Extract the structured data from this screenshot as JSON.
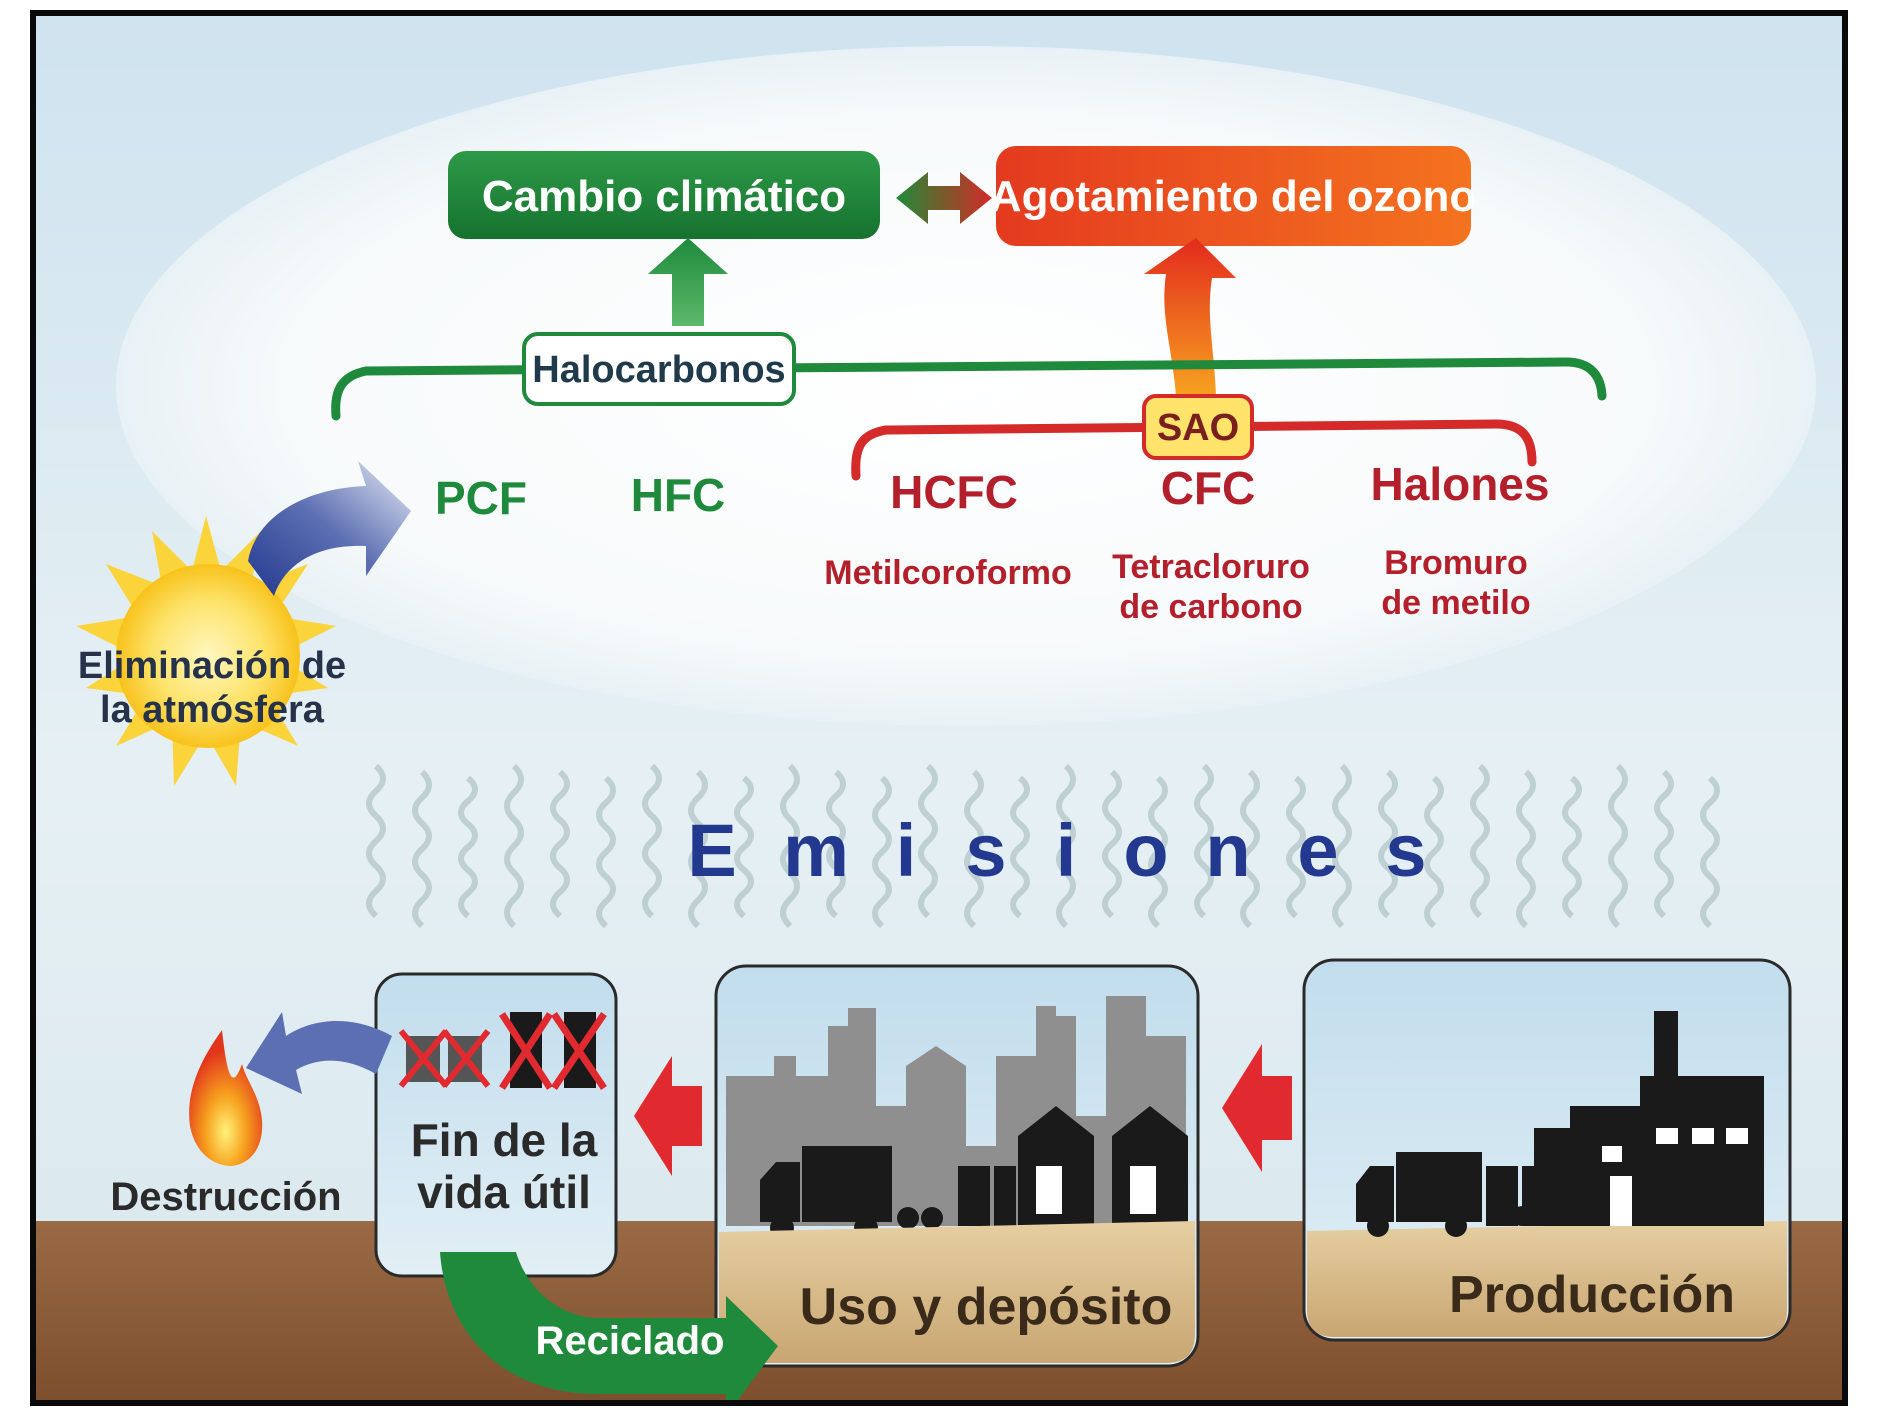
{
  "top": {
    "climate_change": "Cambio climático",
    "ozone_depletion": "Agotamiento del ozono",
    "halocarbons": "Halocarbonos",
    "sao": "SAO"
  },
  "gases": {
    "pcf": "PCF",
    "hfc": "HFC",
    "hcfc": "HCFC",
    "cfc": "CFC",
    "halones": "Halones",
    "methylchloroform": "Metilcoroformo",
    "carbon_tetrachloride_1": "Tetracloruro",
    "carbon_tetrachloride_2": "de carbono",
    "methyl_bromide_1": "Bromuro",
    "methyl_bromide_2": "de metilo"
  },
  "removal": {
    "line1": "Eliminación de",
    "line2": "la atmósfera"
  },
  "emissions_letters": [
    "E",
    "m",
    "i",
    "s",
    "i",
    "o",
    "n",
    "e",
    "s"
  ],
  "bottom": {
    "destruction": "Destrucción",
    "end_of_life_1": "Fin de la",
    "end_of_life_2": "vida útil",
    "recycling": "Reciclado",
    "use_storage": "Uso y depósito",
    "production": "Producción"
  },
  "colors": {
    "green": "#1f8a3c",
    "red": "#d42a2a",
    "dark_red": "#b3202c",
    "blue": "#23398f",
    "brown": "#8e5a36",
    "sand": "#e3c89a"
  }
}
